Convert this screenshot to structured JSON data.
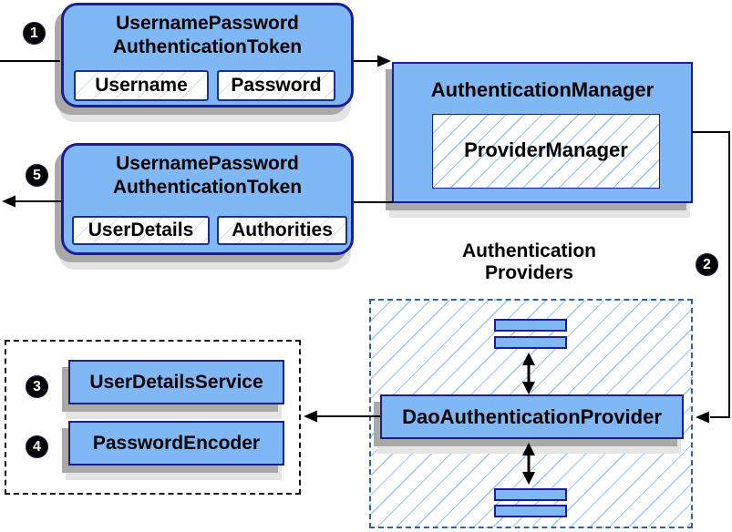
{
  "badges": [
    "1",
    "2",
    "3",
    "4",
    "5"
  ],
  "request_token": {
    "title_lines": [
      "UsernamePassword",
      "AuthenticationToken"
    ],
    "fields": [
      "Username",
      "Password"
    ]
  },
  "auth_manager": {
    "title": "AuthenticationManager",
    "inner": "ProviderManager"
  },
  "result_token": {
    "title_lines": [
      "UsernamePassword",
      "AuthenticationToken"
    ],
    "fields": [
      "UserDetails",
      "Authorities"
    ]
  },
  "providers_group": {
    "title_lines": [
      "Authentication",
      "Providers"
    ]
  },
  "dao_provider": {
    "label": "DaoAuthenticationProvider"
  },
  "services_group": {
    "user_details_service": "UserDetailsService",
    "password_encoder": "PasswordEncoder"
  },
  "colors": {
    "box_fill": "#7fb8f4",
    "box_border": "#1b1b9e",
    "hatch_line": "#7dafe6",
    "dashed_blue_border": "#33619f",
    "shadow_dark": "#a9a9a9",
    "shadow_light": "#e4e4e4",
    "arrow": "#000000",
    "badge_bg": "#000000",
    "badge_text": "#ffffff"
  }
}
